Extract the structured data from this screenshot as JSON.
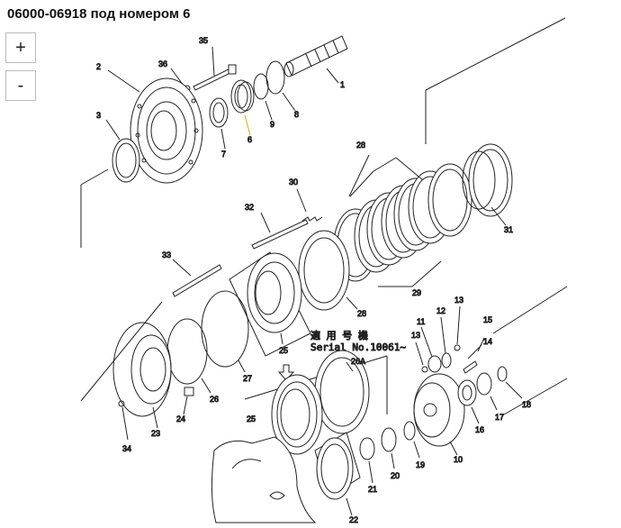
{
  "title": "06000-06918 под номером 6",
  "zoom": {
    "in_label": "+",
    "out_label": "-"
  },
  "serial_note": {
    "line1": "適 用 号 機",
    "line2": "Serial No.10061∼"
  },
  "highlight_color": "#e8a000",
  "part_labels": [
    "1",
    "2",
    "3",
    "6",
    "7",
    "8",
    "9",
    "10",
    "11",
    "12",
    "13",
    "13",
    "14",
    "15",
    "16",
    "17",
    "18",
    "19",
    "20",
    "21",
    "22",
    "23",
    "24",
    "25",
    "25",
    "26",
    "26A",
    "27",
    "28",
    "28",
    "29",
    "30",
    "31",
    "32",
    "33",
    "34",
    "35",
    "36"
  ]
}
